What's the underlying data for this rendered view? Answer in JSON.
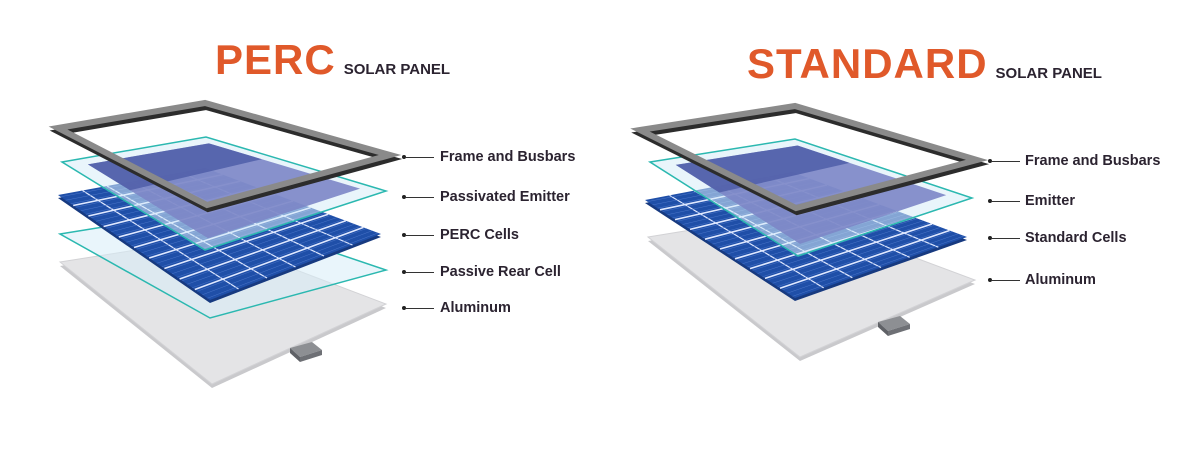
{
  "perc": {
    "title": "PERC",
    "subtitle": "SOLAR PANEL",
    "labels": [
      "Frame and Busbars",
      "Passivated Emitter",
      "PERC Cells",
      "Passive Rear Cell",
      "Aluminum"
    ]
  },
  "standard": {
    "title": "STANDARD",
    "subtitle": "SOLAR PANEL",
    "labels": [
      "Frame and Busbars",
      "Emitter",
      "Standard Cells",
      "Aluminum"
    ]
  },
  "colors": {
    "accent": "#e0592a",
    "text": "#2b2330",
    "cell": "#1f4fa8",
    "glass_edge": "#2bb8b0",
    "emitter": "#7c86c6",
    "frame": "#8a8a8a",
    "aluminum": "#e4e4e6"
  }
}
